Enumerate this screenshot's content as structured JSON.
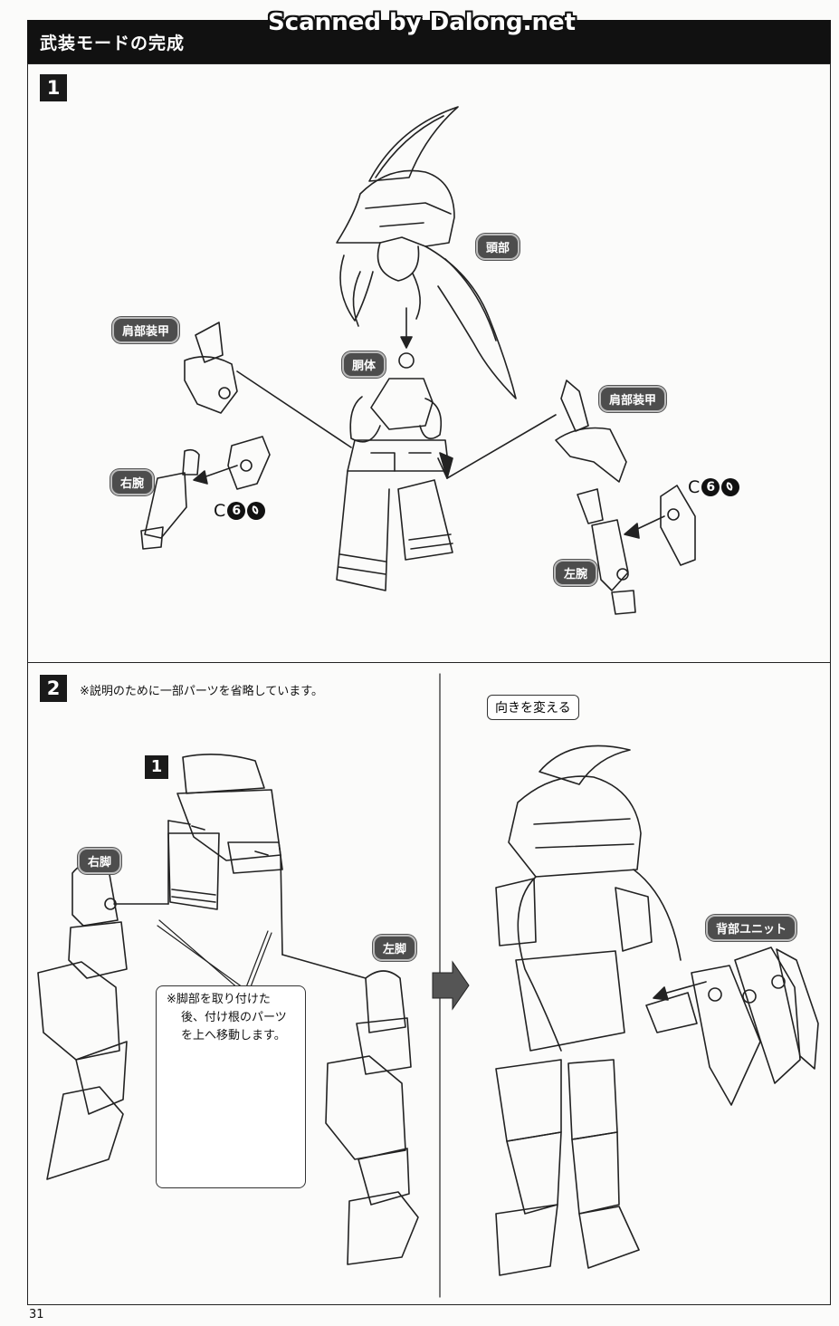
{
  "header": {
    "title": "武装モードの完成"
  },
  "watermark": "Scanned by Dalong.net",
  "step1": {
    "number": "1",
    "labels": {
      "head": "頭部",
      "torso": "胴体",
      "shoulder_armor_right": "肩部装甲",
      "shoulder_armor_left": "肩部装甲",
      "right_arm": "右腕",
      "left_arm": "左腕"
    },
    "part_code_right": {
      "letter": "C",
      "number": "6"
    },
    "part_code_left": {
      "letter": "C",
      "number": "6"
    }
  },
  "step2": {
    "number": "2",
    "note": "※説明のために一部パーツを省略しています。",
    "inner_step_ref": "1",
    "labels": {
      "right_leg": "右脚",
      "left_leg": "左脚",
      "back_unit": "背部ユニット"
    },
    "orientation_label": "向きを変える",
    "callout_lines": [
      "※脚部を取り付けた",
      "後、付け根のパーツ",
      "を上へ移動します。"
    ]
  },
  "page_number": "31",
  "colors": {
    "label_bg": "#4d4d4d",
    "header_bg": "#111111",
    "line": "#222222"
  }
}
